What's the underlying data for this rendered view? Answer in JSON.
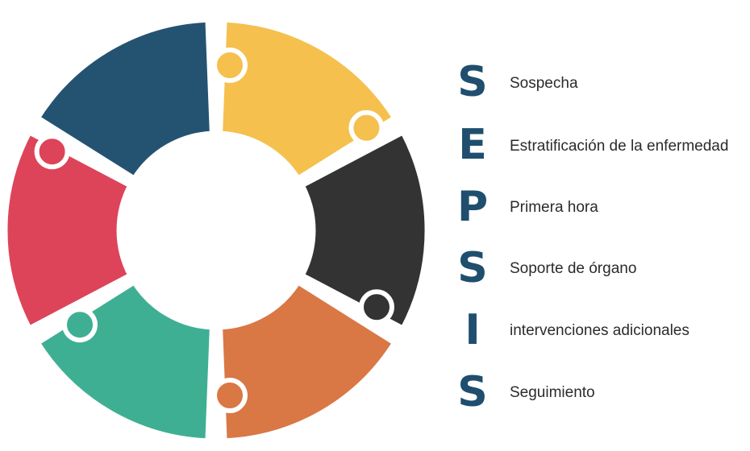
{
  "pieces": [
    {
      "color": "#f5c04e"
    },
    {
      "color": "#333333"
    },
    {
      "color": "#d97745"
    },
    {
      "color": "#3faf93"
    },
    {
      "color": "#dd4459"
    },
    {
      "color": "#245372"
    }
  ],
  "acronym": [
    {
      "letter": "S",
      "term": "Sospecha"
    },
    {
      "letter": "E",
      "term": "Estratificación de la enfermedad"
    },
    {
      "letter": "P",
      "term": "Primera hora"
    },
    {
      "letter": "S",
      "term": "Soporte de órgano"
    },
    {
      "letter": "I",
      "term": "intervenciones adicionales"
    },
    {
      "letter": "S",
      "term": "Seguimiento"
    }
  ]
}
